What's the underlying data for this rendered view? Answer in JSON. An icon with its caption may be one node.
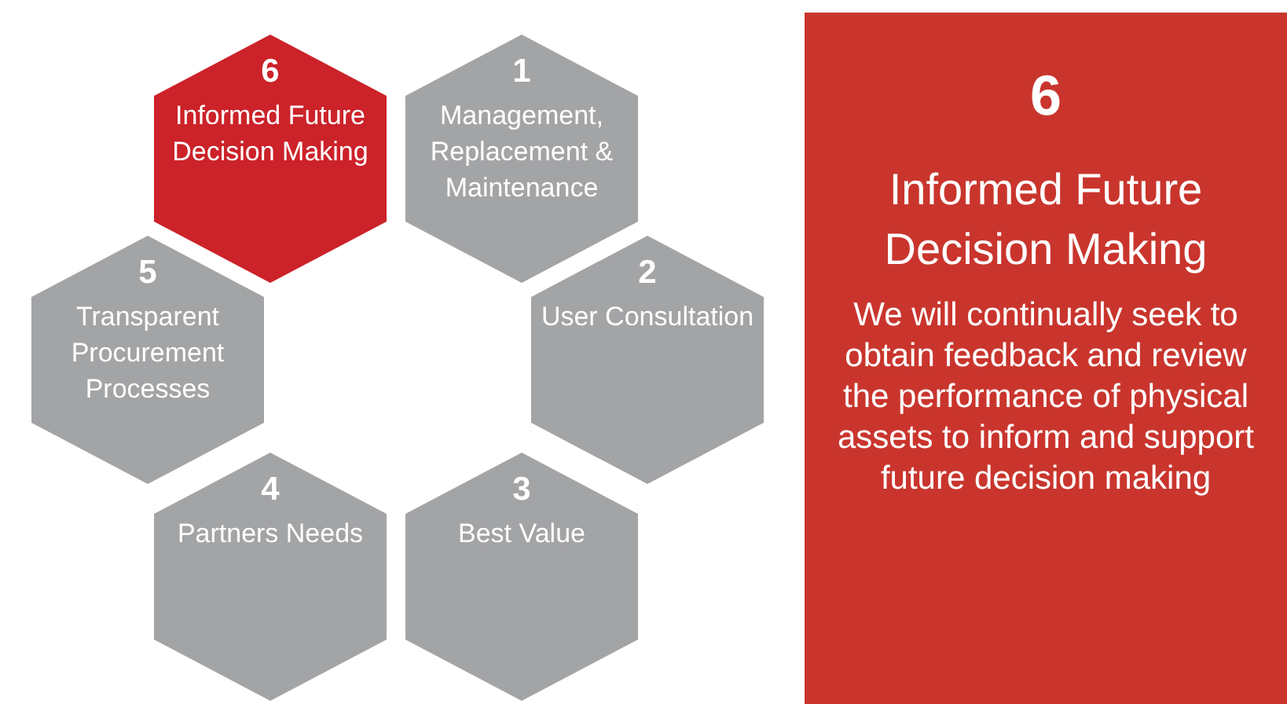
{
  "diagram": {
    "nodes": [
      {
        "text": [
          "6",
          "Informed Future Decision Making"
        ]
      },
      {
        "text": [
          "1",
          "Management, Replacement & Maintenance"
        ]
      },
      {
        "text": [
          "5",
          "Transparent Procurement Processes"
        ]
      },
      {
        "text": [
          "2",
          "User Consultation"
        ]
      },
      {
        "text": [
          "4",
          "Partners Needs"
        ]
      },
      {
        "text": [
          "3",
          "Best Value"
        ]
      },
      {
        "text": [
          "6",
          "Informed Future Decision Making",
          "We will continually seek to obtain feedback and review the performance of physical assets to inform and support future decision making"
        ]
      }
    ]
  }
}
